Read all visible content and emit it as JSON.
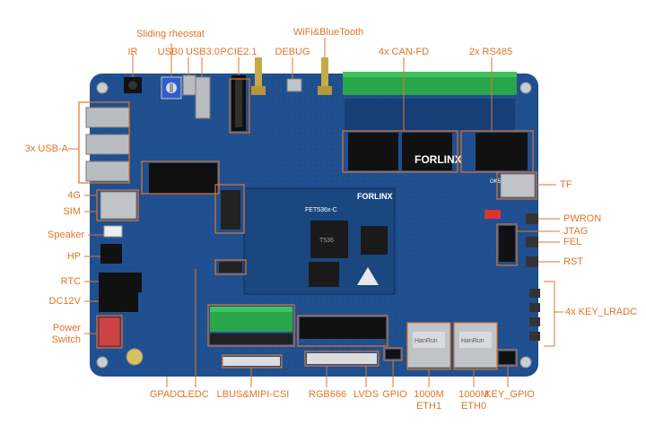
{
  "colors": {
    "board": "#1f4f8f",
    "board_dark": "#143a6b",
    "accent_orange": "#e0752a",
    "terminal_green": "#2aa64a",
    "metal": "#b9bdc2",
    "chip_black": "#151515"
  },
  "labels": {
    "sliding_rheostat": "Sliding rheostat",
    "wifi_bt": "WiFi&BlueTooth",
    "ir": "IR",
    "usb0": "USB0",
    "usb3": "USB3.0",
    "pcie": "PCIE2.1",
    "debug": "DEBUG",
    "can_fd": "4x CAN-FD",
    "rs485": "2x RS485",
    "usb_a": "3x USB-A",
    "g4": "4G",
    "sim": "SIM",
    "speaker": "Speaker",
    "hp": "HP",
    "rtc": "RTC",
    "dc12v": "DC12V",
    "power_switch_line1": "Power",
    "power_switch_line2": "Switch",
    "gpadc": "GPADC",
    "ledc": "LEDC",
    "lbus_mipi": "LBUS&MIPI-CSI",
    "rgb666": "RGB666",
    "lvds": "LVDS",
    "gpio": "GPIO",
    "eth1_line1": "1000M",
    "eth1_line2": "ETH1",
    "eth0_line1": "1000M",
    "eth0_line2": "ETH0",
    "key_gpio": "KEY_GPIO",
    "tf": "TF",
    "pwron": "PWRON",
    "jtag": "JTAG",
    "fel": "FEL",
    "rst": "RST",
    "key_lradc": "4x KEY_LRADC"
  },
  "board_text": {
    "brand": "FORLINX",
    "brand_sub": "OK536x-C",
    "som_brand": "FORLINX",
    "som_model": "FET536x-C",
    "soc": "T536",
    "eth_brand": "HanRun"
  },
  "icons": {
    "ir": "ir-receiver-icon",
    "sliding_rheostat": "potentiometer-icon",
    "antenna": "antenna-icon"
  }
}
